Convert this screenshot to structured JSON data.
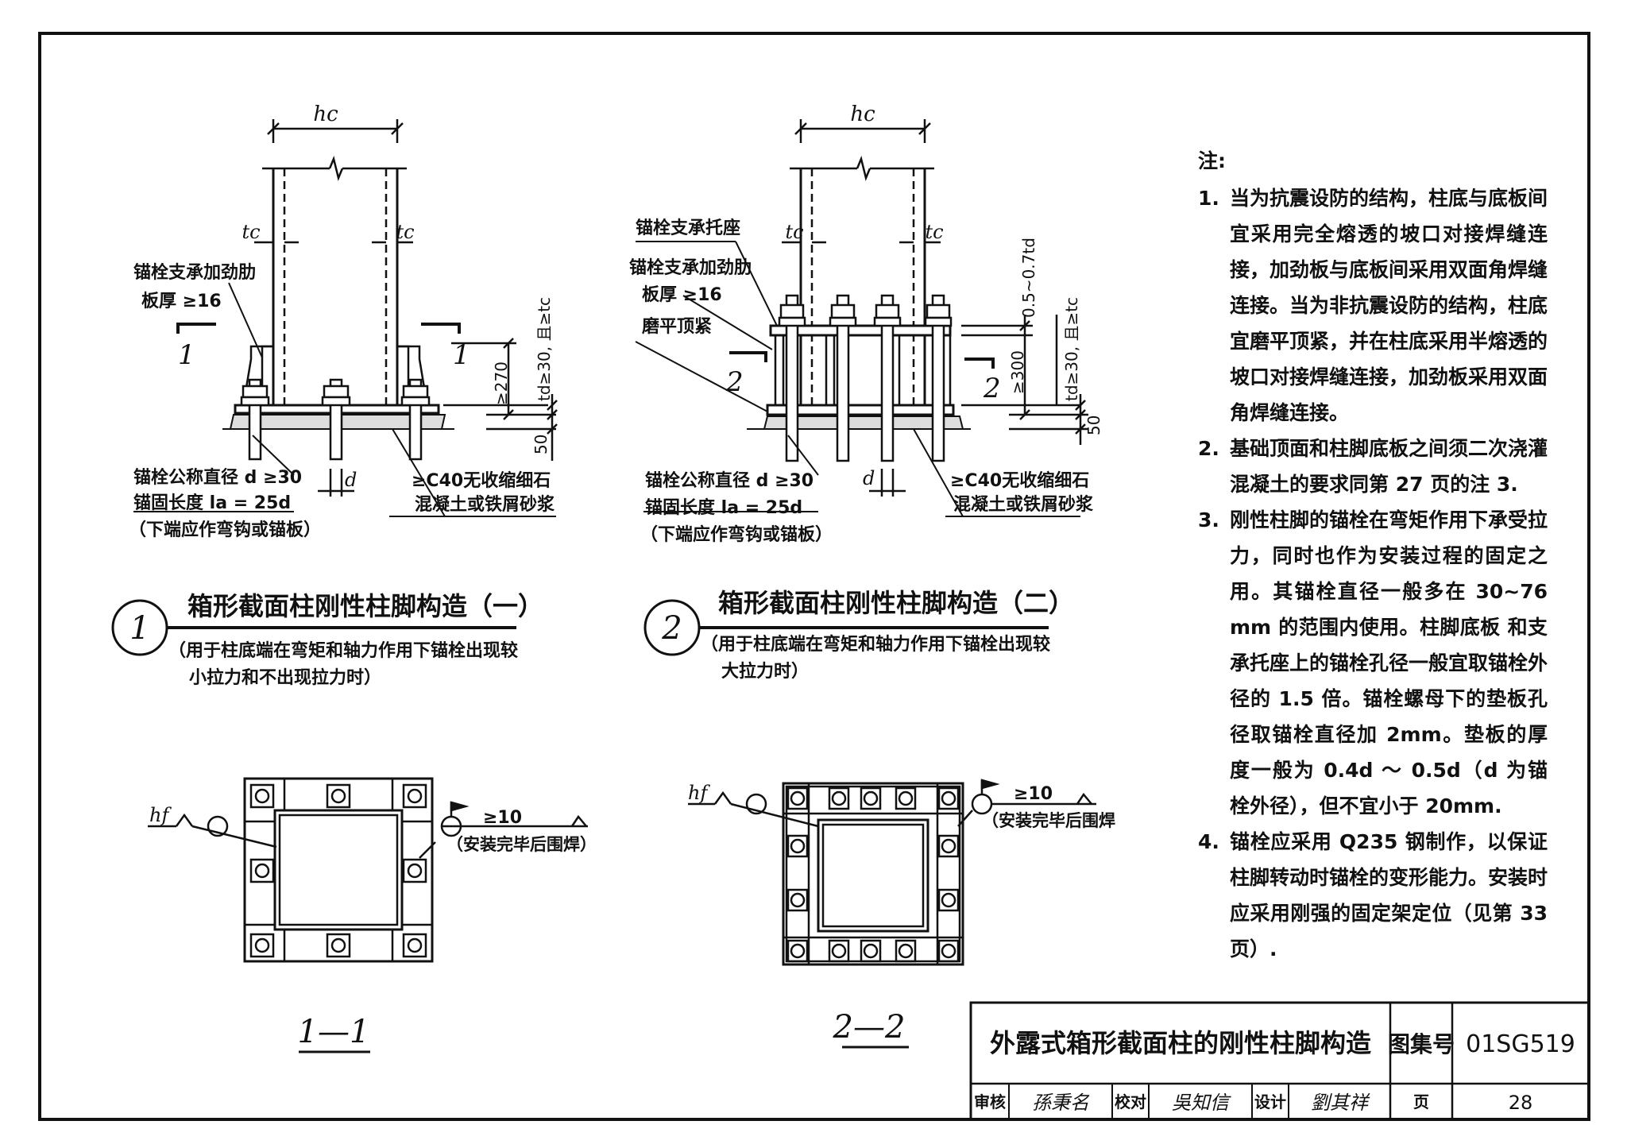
{
  "detail1": {
    "hc": "hc",
    "tc_left": "tc",
    "tc_right": "tc",
    "rib_label_1": "锚栓支承加劲肋",
    "rib_label_2": "板厚 ≥16",
    "sec_mark_left": "1",
    "sec_mark_right": "1",
    "dim_270": "≥270",
    "dim_td": "td≥30, 且≥tc",
    "dim_50": "50",
    "bolt_label_1": "锚栓公称直径 d ≥30",
    "bolt_label_2": "锚固长度 la = 25d",
    "bolt_label_3": "（下端应作弯钩或锚板）",
    "d_label": "d",
    "grout_label_1": "≥C40无收缩细石",
    "grout_label_2": "混凝土或铁屑砂浆",
    "number": "1",
    "title": "箱形截面柱刚性柱脚构造（一）",
    "subtitle_1": "（用于柱底端在弯矩和轴力作用下锚栓出现较",
    "subtitle_2": "小拉力和不出现拉力时）"
  },
  "detail2": {
    "hc": "hc",
    "tc_left": "tc",
    "tc_right": "tc",
    "support_label": "锚栓支承托座",
    "rib_label_1": "锚栓支承加劲肋",
    "rib_label_2": "板厚 ≥16",
    "grind_label": "磨平顶紧",
    "sec_mark_left": "2",
    "sec_mark_right": "2",
    "dim_07": "0.5~0.7td",
    "dim_300": "≥300",
    "dim_td": "td≥30, 且≥tc",
    "dim_50": "50",
    "bolt_label_1": "锚栓公称直径 d ≥30",
    "bolt_label_2": "锚固长度 la = 25d",
    "bolt_label_3": "（下端应作弯钩或锚板）",
    "d_label": "d",
    "grout_label_1": "≥C40无收缩细石",
    "grout_label_2": "混凝土或铁屑砂浆",
    "number": "2",
    "title": "箱形截面柱刚性柱脚构造（二）",
    "subtitle_1": "（用于柱底端在弯矩和轴力作用下锚栓出现较",
    "subtitle_2": "大拉力时）"
  },
  "section1": {
    "hf": "hf",
    "weld": "≥10",
    "weld_note": "（安装完毕后围焊）",
    "label": "1—1"
  },
  "section2": {
    "hf": "hf",
    "weld": "≥10",
    "weld_note": "（安装完毕后围焊",
    "label": "2—2"
  },
  "notes": {
    "heading": "注:",
    "items": [
      {
        "num": "1.",
        "text": "当为抗震设防的结构，柱底与底板间宜采用完全熔透的坡口对接焊缝连接，加劲板与底板间采用双面角焊缝连接。当为非抗震设防的结构，柱底宜磨平顶紧，并在柱底采用半熔透的坡口对接焊缝连接，加劲板采用双面角焊缝连接。"
      },
      {
        "num": "2.",
        "text": "基础顶面和柱脚底板之间须二次浇灌混凝土的要求同第 27 页的注 3."
      },
      {
        "num": "3.",
        "text": "刚性柱脚的锚栓在弯矩作用下承受拉力，同时也作为安装过程的固定之用。其锚栓直径一般多在 30~76 mm 的范围内使用。柱脚底板 和支承托座上的锚栓孔径一般宜取锚栓外径的 1.5 倍。锚栓螺母下的垫板孔径取锚栓直径加 2mm。垫板的厚度一般为 0.4d ～ 0.5d（d 为锚栓外径），但不宜小于 20mm."
      },
      {
        "num": "4.",
        "text": "锚栓应采用 Q235 钢制作，以保证柱脚转动时锚栓的变形能力。安装时应采用刚强的固定架定位（见第 33页）."
      }
    ]
  },
  "title_block": {
    "title": "外露式箱形截面柱的刚性柱脚构造",
    "atlas_label": "图集号",
    "atlas_no": "01SG519",
    "review_label": "审核",
    "reviewer": "孫秉名",
    "check_label": "校对",
    "checker": "吳知信",
    "design_label": "设计",
    "designer": "劉其祥",
    "page_label": "页",
    "page_no": "28"
  }
}
